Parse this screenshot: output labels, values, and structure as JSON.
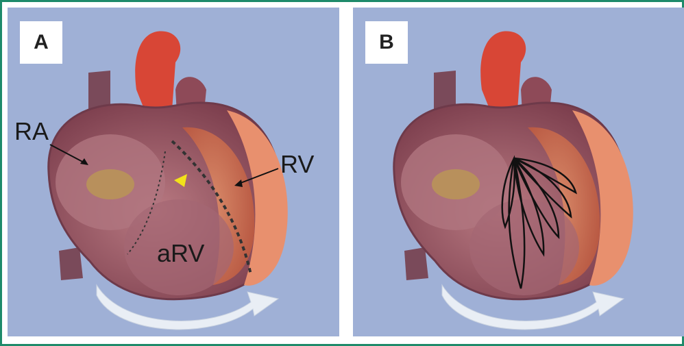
{
  "panels": [
    {
      "letter": "A",
      "labels": {
        "ra": "RA",
        "rv": "RV",
        "arv": "aRV"
      },
      "marker_color": "#f2e21a"
    },
    {
      "letter": "B"
    }
  ],
  "colors": {
    "frame": "#1e8a6a",
    "background": "#9fb0d6",
    "aorta": "#d84636",
    "myocardium": "#8e4a58",
    "rv_wall": "#e8906e",
    "arrow": "#e9eef5"
  }
}
